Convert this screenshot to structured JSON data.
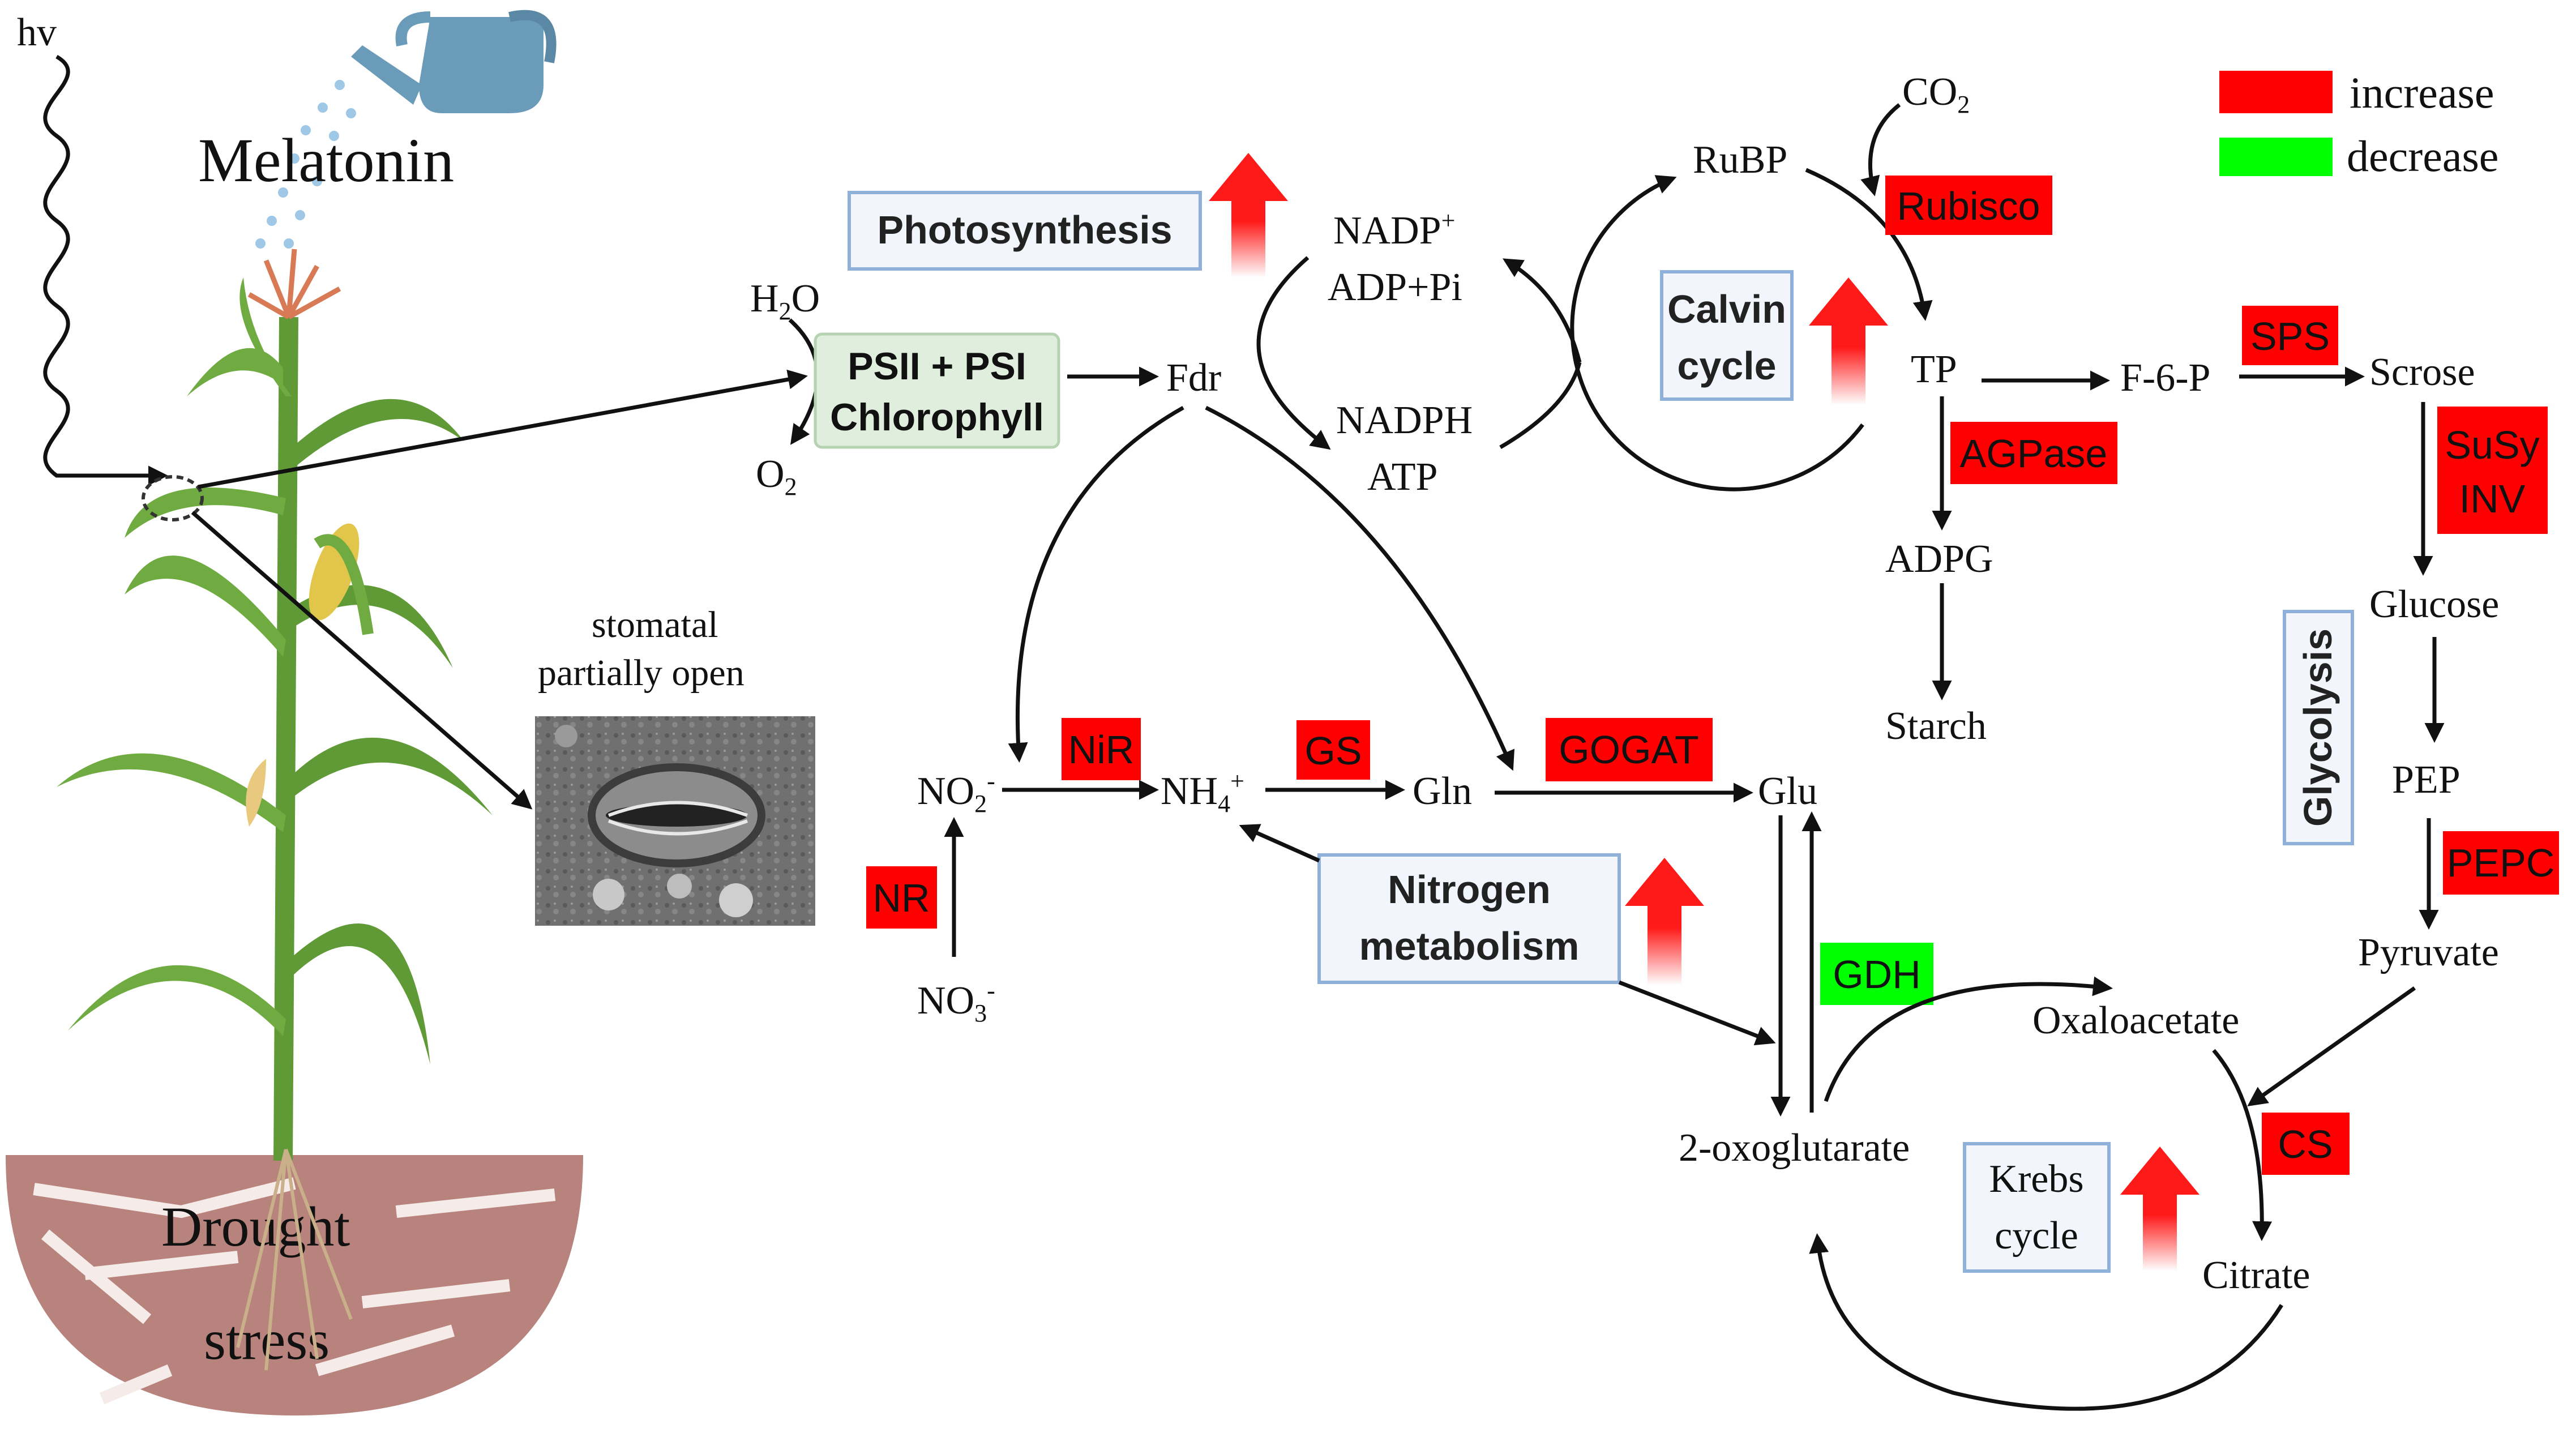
{
  "light": "hv",
  "treatment": "Melatonin",
  "stress": {
    "line1": "Drought",
    "line2": "stress"
  },
  "stomata": {
    "line1": "stomatal",
    "line2": "partially open"
  },
  "legend": {
    "increase": {
      "label": "increase",
      "color": "#ff0000"
    },
    "decrease": {
      "label": "decrease",
      "color": "#00ff00"
    }
  },
  "processes": {
    "photosynthesis": "Photosynthesis",
    "calvin_line1": "Calvin",
    "calvin_line2": "cycle",
    "nitrogen_line1": "Nitrogen",
    "nitrogen_line2": "metabolism",
    "krebs_line1": "Krebs",
    "krebs_line2": "cycle",
    "glycolysis": "Glycolysis"
  },
  "photosystem": {
    "line1": "PSII + PSI",
    "line2": "Chlorophyll"
  },
  "metabolites": {
    "h2o": "H",
    "h2o_sub": "2",
    "h2o_tail": "O",
    "o2": "O",
    "o2_sub": "2",
    "fdr": "Fdr",
    "nadp": "NADP",
    "nadp_sup": "+",
    "adp_pi": "ADP+Pi",
    "nadph": "NADPH",
    "atp": "ATP",
    "rubp": "RuBP",
    "co2": "CO",
    "co2_sub": "2",
    "tp": "TP",
    "f6p": "F-6-P",
    "scrose": "Scrose",
    "adpg": "ADPG",
    "starch": "Starch",
    "glucose": "Glucose",
    "pep": "PEP",
    "pyruvate": "Pyruvate",
    "no2": "NO",
    "no2_sub": "2",
    "no2_sup": "-",
    "nh4": "NH",
    "nh4_sub": "4",
    "nh4_sup": "+",
    "gln": "Gln",
    "glu": "Glu",
    "no3": "NO",
    "no3_sub": "3",
    "no3_sup": "-",
    "oxoglutarate": "2-oxoglutarate",
    "oxaloacetate": "Oxaloacetate",
    "citrate": "Citrate"
  },
  "enzymes": {
    "rubisco": {
      "label": "Rubisco",
      "status": "increase"
    },
    "sps": {
      "label": "SPS",
      "status": "increase"
    },
    "agpase": {
      "label": "AGPase",
      "status": "increase"
    },
    "susy": {
      "label": "SuSy",
      "status": "increase"
    },
    "inv": {
      "label": "INV",
      "status": "increase"
    },
    "nir": {
      "label": "NiR",
      "status": "increase"
    },
    "gs": {
      "label": "GS",
      "status": "increase"
    },
    "gogat": {
      "label": "GOGAT",
      "status": "increase"
    },
    "nr": {
      "label": "NR",
      "status": "increase"
    },
    "gdh": {
      "label": "GDH",
      "status": "decrease"
    },
    "pepc": {
      "label": "PEPC",
      "status": "increase"
    },
    "cs": {
      "label": "CS",
      "status": "increase"
    }
  },
  "colors": {
    "process_box_border": "#8fb0d8",
    "process_box_fill": "#f2f6fc",
    "psbox_fill": "#dfeedd",
    "psbox_border": "#b5d3b0",
    "up_arrow": "#ff1a1a",
    "soil": "#b8827d",
    "leaf": "#5f9a37"
  }
}
